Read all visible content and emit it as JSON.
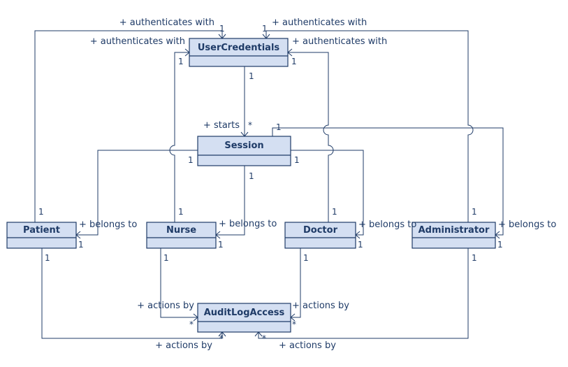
{
  "classes": {
    "usercredentials": "UserCredentials",
    "session": "Session",
    "patient": "Patient",
    "nurse": "Nurse",
    "doctor": "Doctor",
    "administrator": "Administrator",
    "auditlogaccess": "AuditLogAccess"
  },
  "associations": {
    "authenticates_with": "+ authenticates with",
    "starts": "+ starts",
    "belongs_to": "+ belongs to",
    "actions_by": "+ actions by"
  },
  "multiplicity": {
    "one": "1",
    "many": "*"
  },
  "colors": {
    "class_fill": "#d4dff2",
    "line": "#1f3b67"
  }
}
